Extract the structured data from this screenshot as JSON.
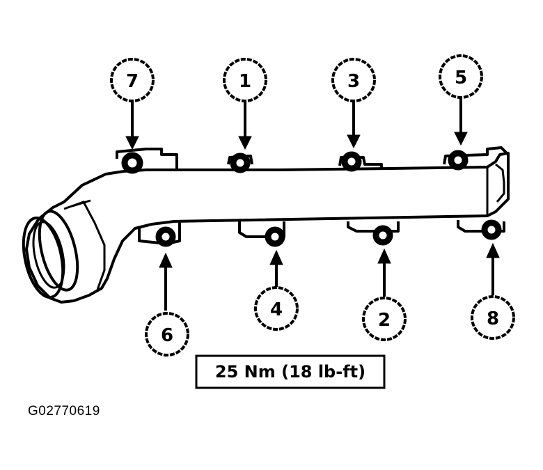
{
  "diagram": {
    "torque_spec": "25 Nm (18 lb-ft)",
    "figure_id": "G02770619",
    "callouts": [
      {
        "label": "7"
      },
      {
        "label": "1"
      },
      {
        "label": "3"
      },
      {
        "label": "5"
      },
      {
        "label": "6"
      },
      {
        "label": "4"
      },
      {
        "label": "2"
      },
      {
        "label": "8"
      }
    ]
  }
}
